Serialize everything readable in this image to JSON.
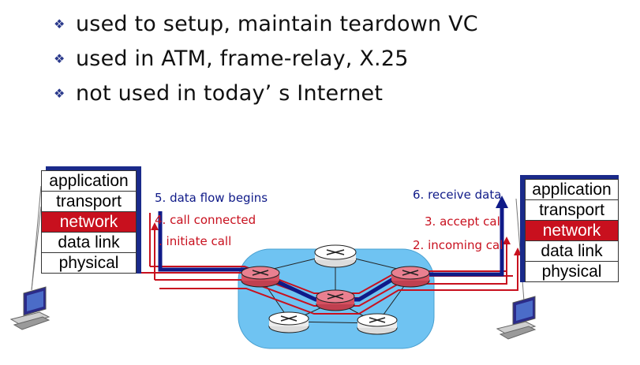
{
  "bullets": [
    {
      "text": "used to setup, maintain  teardown VC"
    },
    {
      "text": "used in ATM, frame-relay, X.25"
    },
    {
      "text": "not used in today’ s Internet"
    }
  ],
  "left_stack": {
    "layers": [
      "application",
      "transport",
      "network",
      "data link",
      "physical"
    ],
    "highlighted": "network"
  },
  "right_stack": {
    "layers": [
      "application",
      "transport",
      "network",
      "data link",
      "physical"
    ],
    "highlighted": "network"
  },
  "labels": {
    "step1": ". initiate call",
    "step2": "2. incoming cal",
    "step3": "3. accept cal",
    "step4": "4. call connected",
    "step5": "5. data flow begins",
    "step6": "6. receive data"
  },
  "colors": {
    "blue_path": "#0f1a88",
    "red_path": "#c8101e",
    "cloud": "#6fc3f2",
    "router_highlight": "#e05060"
  },
  "icons": [
    "bullet-diamond-icon",
    "router-icon",
    "computer-icon",
    "arrow-up-icon"
  ]
}
